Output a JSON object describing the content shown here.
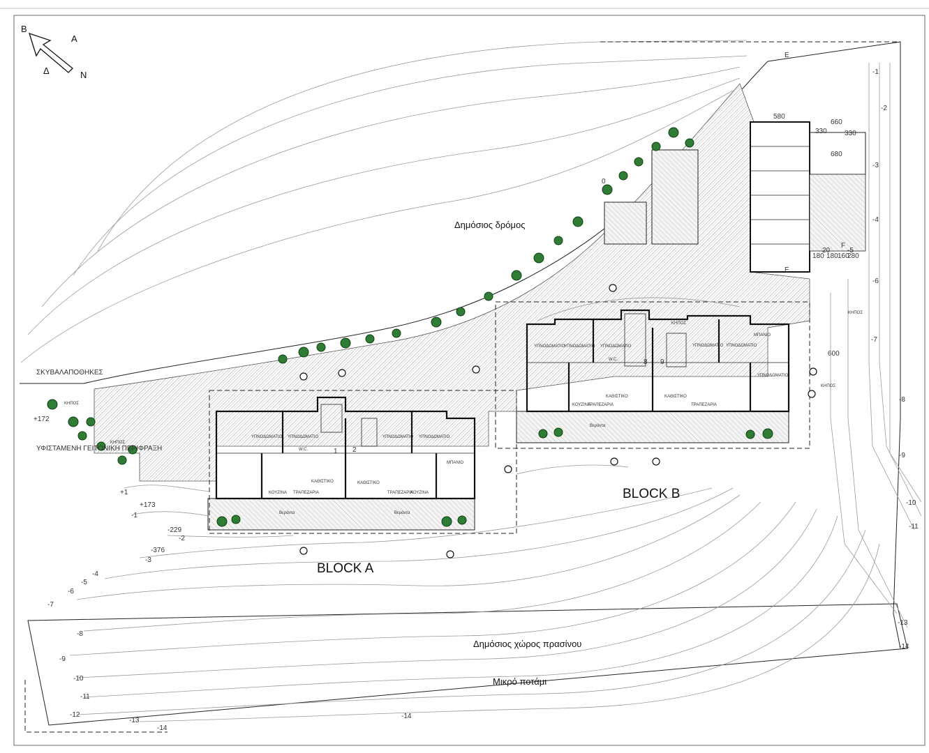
{
  "title": "",
  "compass": {
    "north_letter": "B",
    "east_letter": "A",
    "south_letter": "N",
    "west_letter": "Δ"
  },
  "labels": {
    "public_road": "Δημόσιος δρόμος",
    "block_a": "BLOCK A",
    "block_b": "BLOCK B",
    "public_green": "Δημόσιος χώρος πρασίνου",
    "small_river": "Μικρό ποτάμι",
    "trash_bins": "ΣΚΥΒΑΛΑΠΟΘΗΚΕΣ",
    "existing_fence": "ΥΦΙΣΤΑΜΕΝΗ ΓΕΙΤΟΝΙΚΗ ΠΕΡΙΦΡΑΞΗ",
    "garden": "ΚΗΠΟΣ",
    "bedroom": "ΥΠΝΟΔΩΜΑΤΙΟ",
    "living": "ΚΑΘΙΣΤΙΚΟ",
    "kitchen": "ΚΟΥΖΙΝΑ",
    "dining": "ΤΡΑΠΕΖΑΡΙΑ",
    "veranda": "Βεράντα",
    "wc": "W.C.",
    "bath": "ΜΠΑΝΙΟ"
  },
  "block_numbers": {
    "a1": "1",
    "a2": "2",
    "b8": "8",
    "b9": "9"
  },
  "contours": {
    "left": [
      "+1",
      "-1",
      "-2",
      "-3",
      "-4",
      "-5",
      "-6",
      "-7",
      "-8",
      "-9",
      "-10",
      "-11",
      "-12",
      "-13",
      "-14"
    ],
    "right": [
      "-1",
      "-2",
      "-3",
      "-4",
      "-5",
      "-6",
      "-7",
      "-8",
      "-9",
      "-10",
      "-11",
      "-13",
      "-14"
    ],
    "bottom": "-14",
    "road_zero": "0"
  },
  "levels": {
    "plus172": "+172",
    "plus173": "+173",
    "minus229": "-229",
    "minus376": "-376"
  },
  "parking": {
    "dims": [
      "580",
      "660",
      "330",
      "330",
      "680",
      "180",
      "180",
      "160",
      "20",
      "280",
      "600"
    ],
    "section": "E",
    "section_b": "F"
  },
  "colors": {
    "tree": "#2f7d34",
    "hatch": "#8a8a8a",
    "line": "#111111",
    "contour": "#9a9a9a"
  }
}
